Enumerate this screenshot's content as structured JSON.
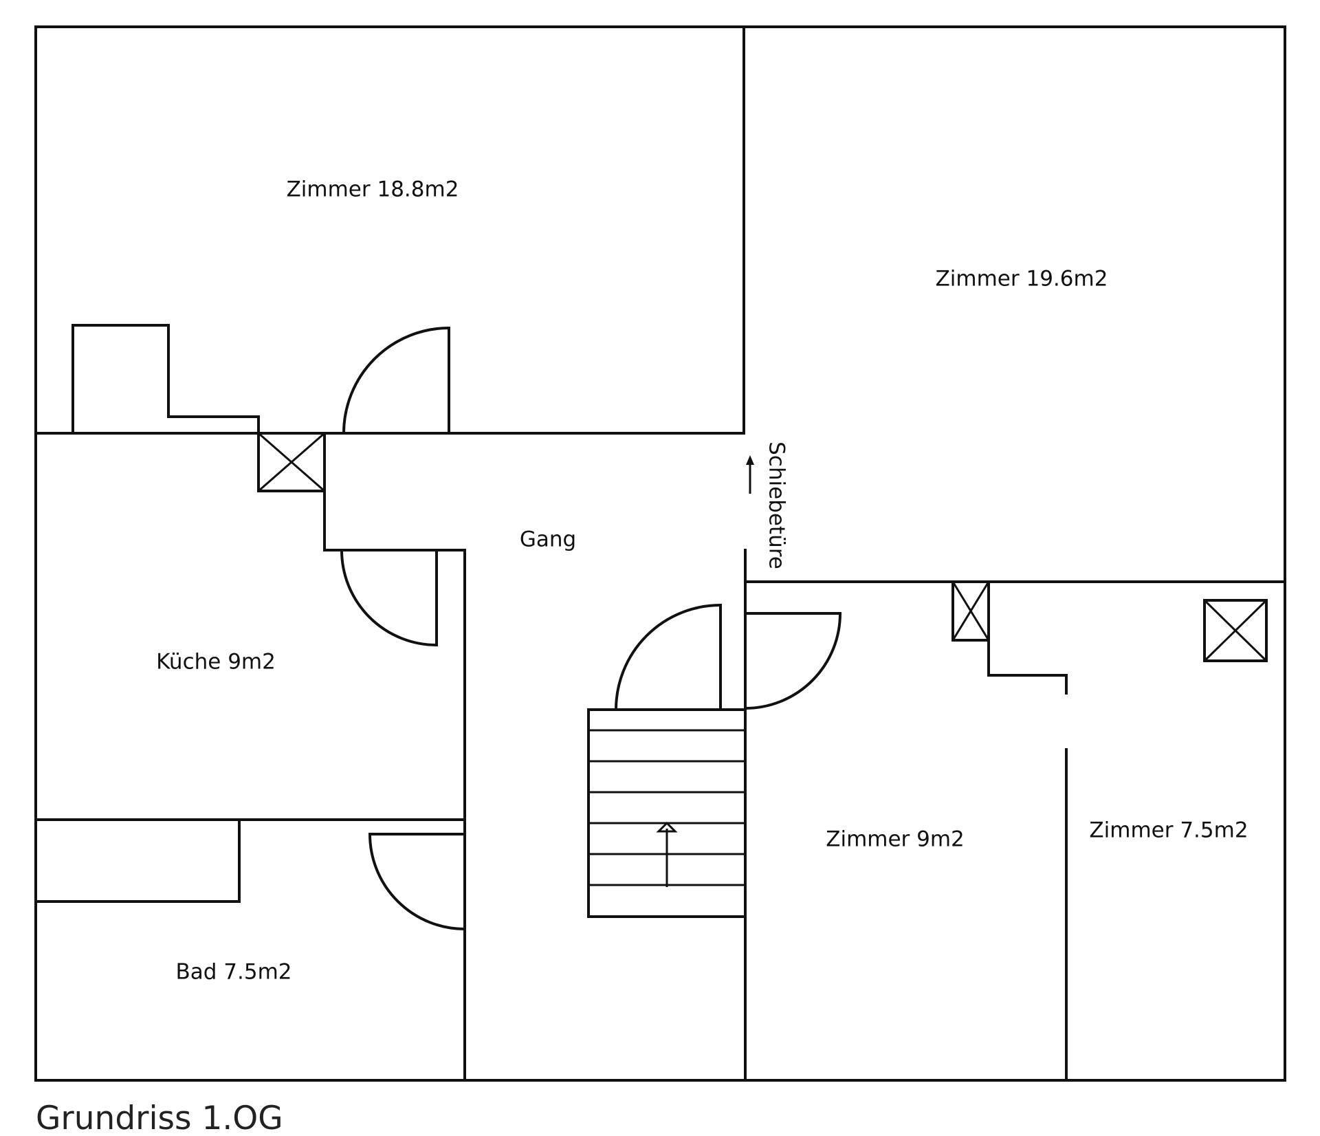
{
  "title": "Grundriss 1.OG",
  "rooms": {
    "zimmer_a": "Zimmer 18.8m2",
    "zimmer_b": "Zimmer 19.6m2",
    "gang": "Gang",
    "kueche": "Küche 9m2",
    "bad": "Bad 7.5m2",
    "zimmer_c": "Zimmer 9m2",
    "zimmer_d": "Zimmer 7.5m2"
  },
  "annotations": {
    "sliding_door": "Schiebetüre"
  },
  "colors": {
    "line": "#111111",
    "background": "#ffffff"
  }
}
